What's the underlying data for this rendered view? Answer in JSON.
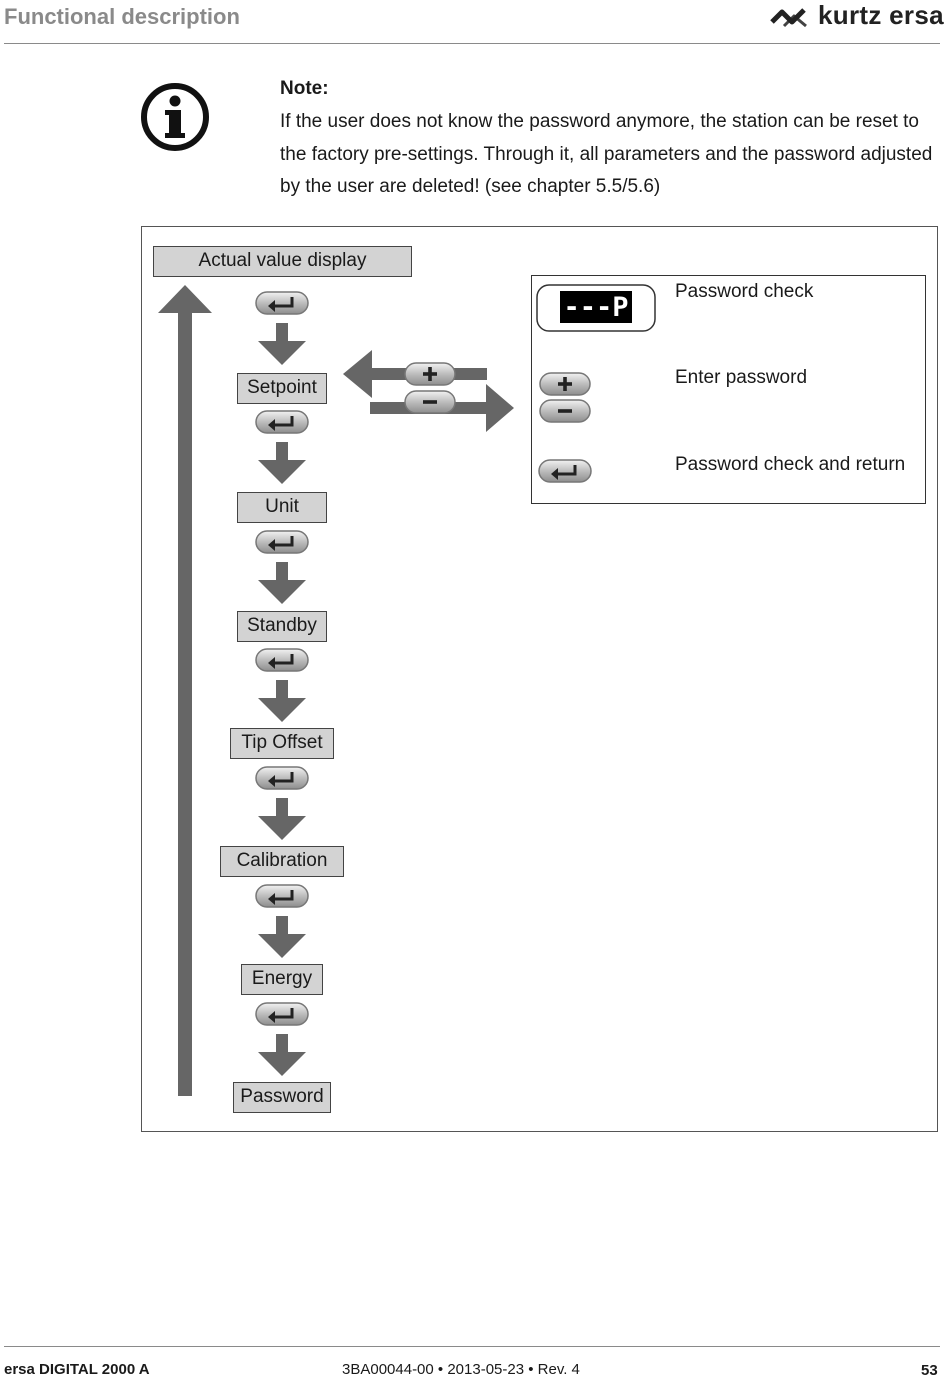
{
  "header": {
    "section_title": "Functional description",
    "brand": "kurtz ersa",
    "logo_icon": "kurtz-ersa-logo-icon"
  },
  "note": {
    "icon": "info-icon",
    "title": "Note:",
    "body": "If the user does not know the password anymore, the station can be reset to the factory pre-settings. Through it, all parameters and the password adjusted by the user are deleted! (see chapter 5.5/5.6)"
  },
  "diagram": {
    "menu_items": [
      "Actual value display",
      "Setpoint",
      "Unit",
      "Standby",
      "Tip Offset",
      "Calibration",
      "Energy",
      "Password"
    ],
    "enter_key_icon": "enter-key-icon",
    "plus_key_icon": "plus-key-icon",
    "minus_key_icon": "minus-key-icon",
    "legend": {
      "display_value": "---P",
      "items": [
        {
          "icon": "display-icon",
          "label": "Password check"
        },
        {
          "icon": "plus-minus-keys-icon",
          "label": "Enter password"
        },
        {
          "icon": "enter-key-icon",
          "label": "Password check and return"
        }
      ]
    },
    "colors": {
      "arrow": "#666666",
      "box_fill": "#d3d3d3",
      "display_bg": "#000000"
    }
  },
  "footer": {
    "product": "ersa DIGITAL 2000 A",
    "document_info": "3BA00044-00 • 2013-05-23 • Rev. 4",
    "page_number": "53"
  }
}
